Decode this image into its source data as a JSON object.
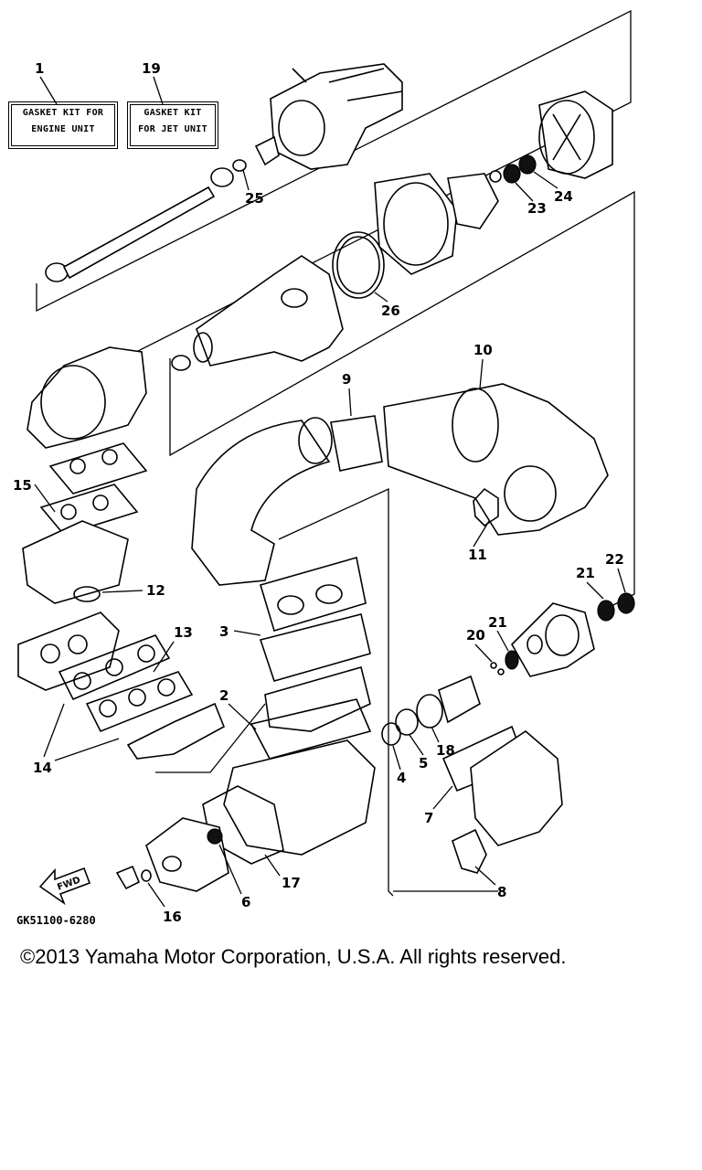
{
  "kits": [
    {
      "number": "1",
      "line1": "GASKET KIT FOR",
      "line2": "ENGINE UNIT"
    },
    {
      "number": "19",
      "line1": "GASKET KIT",
      "line2": "FOR JET UNIT"
    }
  ],
  "callouts": {
    "c2": "2",
    "c3": "3",
    "c4": "4",
    "c5": "5",
    "c6": "6",
    "c7": "7",
    "c8": "8",
    "c9": "9",
    "c10": "10",
    "c11": "11",
    "c12": "12",
    "c13": "13",
    "c14": "14",
    "c15": "15",
    "c16": "16",
    "c17": "17",
    "c18": "18",
    "c20": "20",
    "c21a": "21",
    "c21b": "21",
    "c22": "22",
    "c23": "23",
    "c24": "24",
    "c25": "25",
    "c26": "26"
  },
  "fwd_label": "FWD",
  "drawing_code": "GK51100-6280",
  "copyright": "©2013 Yamaha Motor Corporation, U.S.A. All rights reserved."
}
